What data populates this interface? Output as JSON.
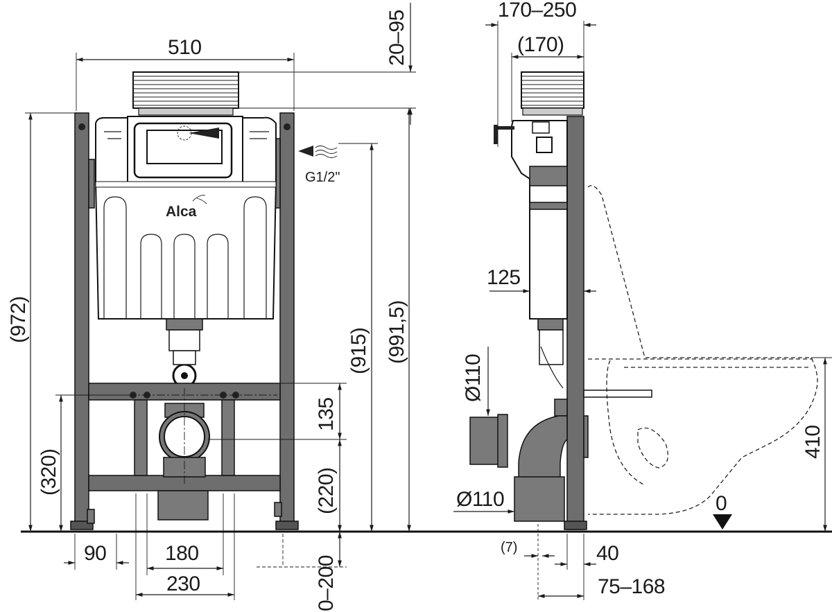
{
  "brand": {
    "logo_text": "Alca"
  },
  "front_view": {
    "dim_width_top": "510",
    "dim_flush_height": "20–95",
    "dim_total_height": "(972)",
    "dim_inlet_height": "(915)",
    "dim_frame_height": "(991,5)",
    "inlet_label": "G1/2\"",
    "dim_135": "135",
    "dim_220": "(220)",
    "dim_320": "(320)",
    "dim_0_200": "0–200",
    "dim_90": "90",
    "dim_180": "180",
    "dim_230": "230"
  },
  "side_view": {
    "dim_depth_range": "170–250",
    "dim_depth_min": "(170)",
    "dim_125": "125",
    "dim_pipe_top": "Ø110",
    "dim_pipe_bottom": "Ø110",
    "dim_410": "410",
    "dim_zero": "0",
    "dim_7": "(7)",
    "dim_40": "40",
    "dim_75_168": "75–168"
  }
}
